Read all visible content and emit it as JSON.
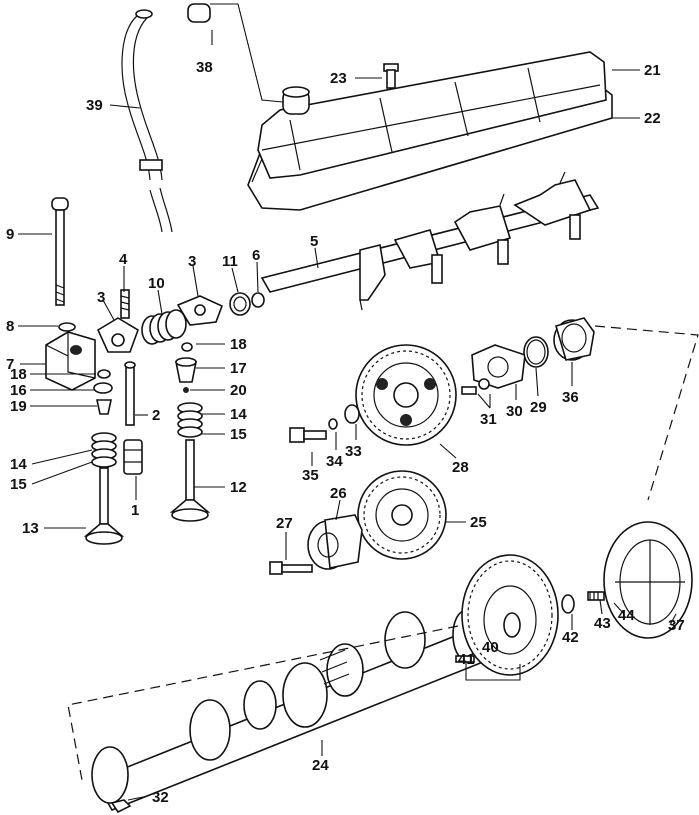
{
  "diagram": {
    "labels": [
      {
        "id": "l1",
        "text": "1"
      },
      {
        "id": "l2",
        "text": "2"
      },
      {
        "id": "l3a",
        "text": "3"
      },
      {
        "id": "l3b",
        "text": "3"
      },
      {
        "id": "l4",
        "text": "4"
      },
      {
        "id": "l5",
        "text": "5"
      },
      {
        "id": "l6",
        "text": "6"
      },
      {
        "id": "l7",
        "text": "7"
      },
      {
        "id": "l8",
        "text": "8"
      },
      {
        "id": "l9",
        "text": "9"
      },
      {
        "id": "l10",
        "text": "10"
      },
      {
        "id": "l11",
        "text": "11"
      },
      {
        "id": "l12",
        "text": "12"
      },
      {
        "id": "l13",
        "text": "13"
      },
      {
        "id": "l14a",
        "text": "14"
      },
      {
        "id": "l14b",
        "text": "14"
      },
      {
        "id": "l15a",
        "text": "15"
      },
      {
        "id": "l15b",
        "text": "15"
      },
      {
        "id": "l16",
        "text": "16"
      },
      {
        "id": "l17",
        "text": "17"
      },
      {
        "id": "l18a",
        "text": "18"
      },
      {
        "id": "l18b",
        "text": "18"
      },
      {
        "id": "l19",
        "text": "19"
      },
      {
        "id": "l20",
        "text": "20"
      },
      {
        "id": "l21",
        "text": "21"
      },
      {
        "id": "l22",
        "text": "22"
      },
      {
        "id": "l23",
        "text": "23"
      },
      {
        "id": "l24",
        "text": "24"
      },
      {
        "id": "l25",
        "text": "25"
      },
      {
        "id": "l26",
        "text": "26"
      },
      {
        "id": "l27",
        "text": "27"
      },
      {
        "id": "l28",
        "text": "28"
      },
      {
        "id": "l29",
        "text": "29"
      },
      {
        "id": "l30",
        "text": "30"
      },
      {
        "id": "l31",
        "text": "31"
      },
      {
        "id": "l32",
        "text": "32"
      },
      {
        "id": "l33",
        "text": "33"
      },
      {
        "id": "l34",
        "text": "34"
      },
      {
        "id": "l35",
        "text": "35"
      },
      {
        "id": "l36",
        "text": "36"
      },
      {
        "id": "l37",
        "text": "37"
      },
      {
        "id": "l38",
        "text": "38"
      },
      {
        "id": "l39",
        "text": "39"
      },
      {
        "id": "l40",
        "text": "40"
      },
      {
        "id": "l41",
        "text": "41"
      },
      {
        "id": "l42",
        "text": "42"
      },
      {
        "id": "l43",
        "text": "43"
      },
      {
        "id": "l44",
        "text": "44"
      }
    ]
  }
}
